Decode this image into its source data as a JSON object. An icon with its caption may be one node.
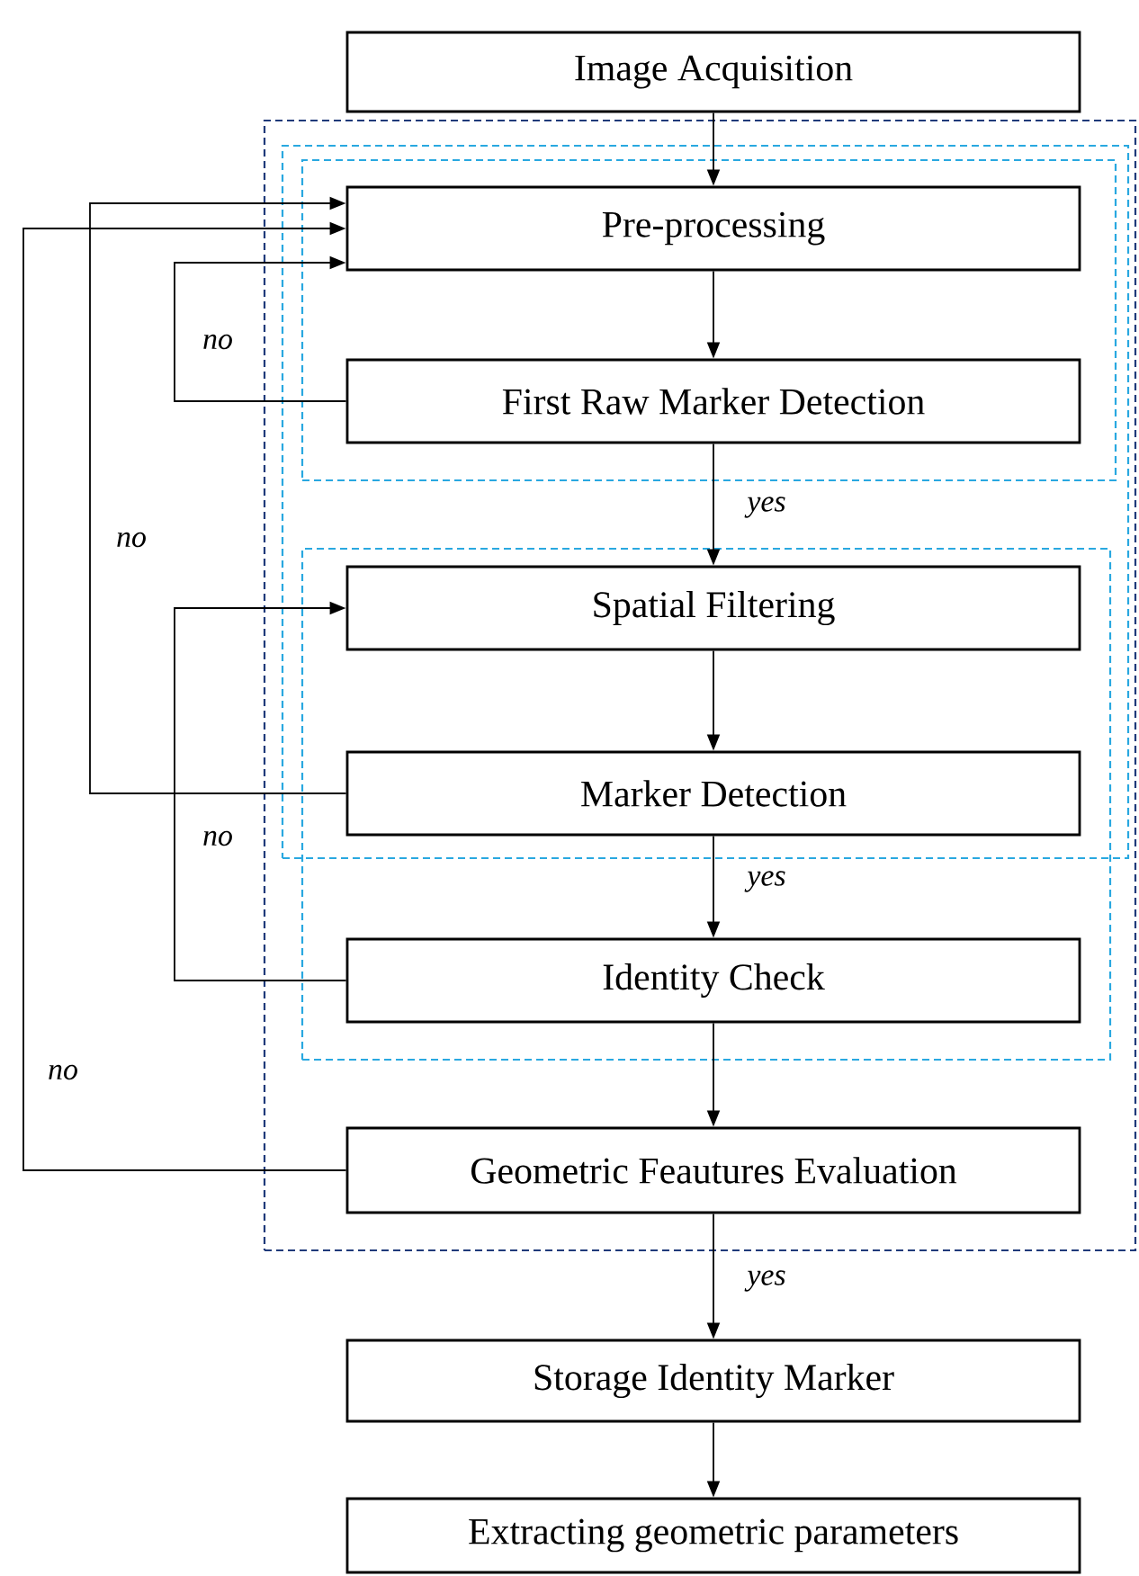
{
  "diagram": {
    "nodes": [
      {
        "text": [
          "Image Acquisition"
        ]
      },
      {
        "text": [],
        "shape": "box"
      },
      {
        "text": [],
        "shape": "box",
        "in": 1
      },
      {
        "text": [],
        "shape": "box",
        "in": 2
      },
      {
        "text": [
          "Pre-processing"
        ],
        "in": 3
      },
      {
        "text": [
          "First Raw Marker Detection"
        ],
        "in": 3
      },
      {
        "text": [],
        "shape": "box",
        "in": 1
      },
      {
        "text": [
          "Spatial Filtering"
        ]
      },
      {
        "text": [
          "Marker Detection"
        ]
      },
      {
        "text": [
          "Identity Check"
        ],
        "in": 6
      },
      {
        "text": [
          "Geometric Feautures Evaluation"
        ],
        "in": 1
      },
      {
        "text": [
          "Storage Identity Marker"
        ]
      },
      {
        "text": [
          "Extracting geometric parameters"
        ]
      }
    ],
    "edges": [
      {
        "from": 0,
        "to": 4,
        "arrow": "to"
      },
      {
        "from": 4,
        "to": 5,
        "arrow": "to"
      },
      {
        "from": 5,
        "to": 7,
        "arrow": "to",
        "label": "yes"
      },
      {
        "from": 7,
        "to": 8,
        "arrow": "to"
      },
      {
        "from": 8,
        "to": 9,
        "arrow": "to",
        "label": "yes"
      },
      {
        "from": 9,
        "to": 10,
        "arrow": "to"
      },
      {
        "from": 10,
        "to": 11,
        "arrow": "to",
        "label": "yes"
      },
      {
        "from": 11,
        "to": 12,
        "arrow": "to"
      },
      {
        "from": 5,
        "to": 4,
        "arrow": "to",
        "label": "no"
      },
      {
        "from": 8,
        "to": 4,
        "arrow": "to",
        "label": "no"
      },
      {
        "from": 9,
        "to": 7,
        "arrow": "to",
        "label": "no"
      },
      {
        "from": 10,
        "to": 4,
        "arrow": "to",
        "label": "no"
      }
    ]
  }
}
